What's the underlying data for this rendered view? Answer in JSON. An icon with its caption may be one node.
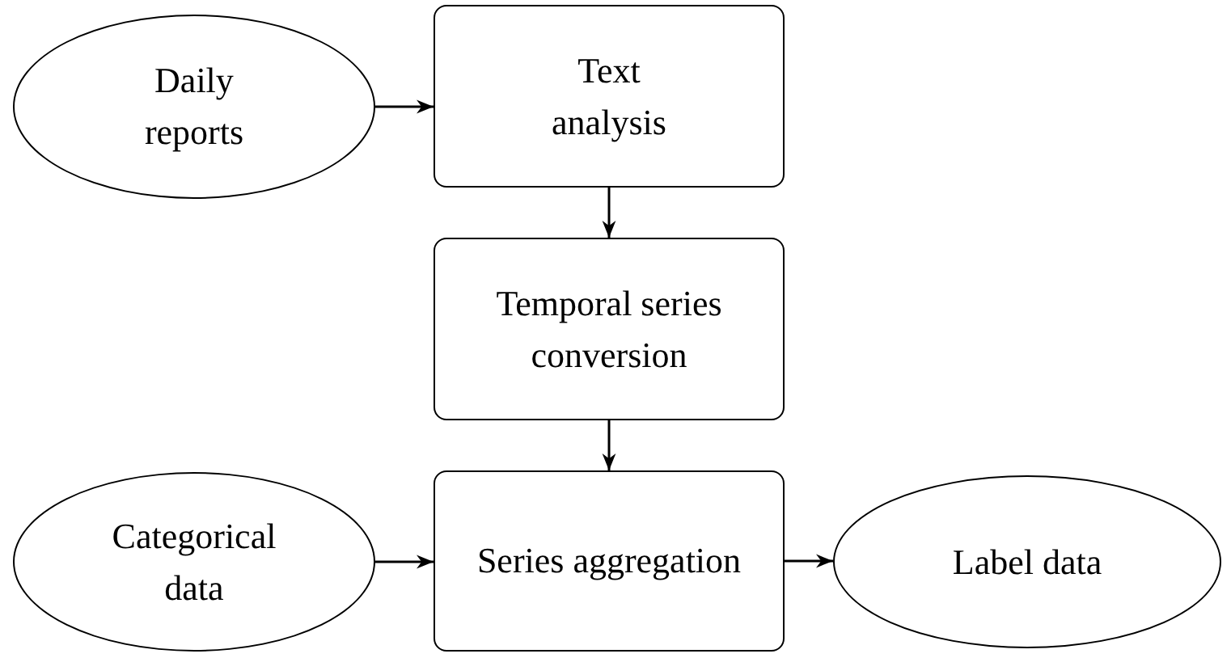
{
  "diagram": {
    "nodes": [
      {
        "text": [
          "Daily reports"
        ]
      },
      {
        "text": [
          "Text analysis"
        ]
      },
      {
        "text": [
          "Temporal series conversion"
        ]
      },
      {
        "text": [
          "Categorical data"
        ]
      },
      {
        "text": [
          "Series aggregation"
        ]
      },
      {
        "text": [
          "Label data"
        ]
      }
    ],
    "edges": [
      {
        "from": 0,
        "to": 1,
        "arrow": "to"
      },
      {
        "from": 1,
        "to": 2,
        "arrow": "to"
      },
      {
        "from": 2,
        "to": 4,
        "arrow": "to"
      },
      {
        "from": 3,
        "to": 4,
        "arrow": "to"
      },
      {
        "from": 4,
        "to": 5,
        "arrow": "to"
      }
    ]
  }
}
